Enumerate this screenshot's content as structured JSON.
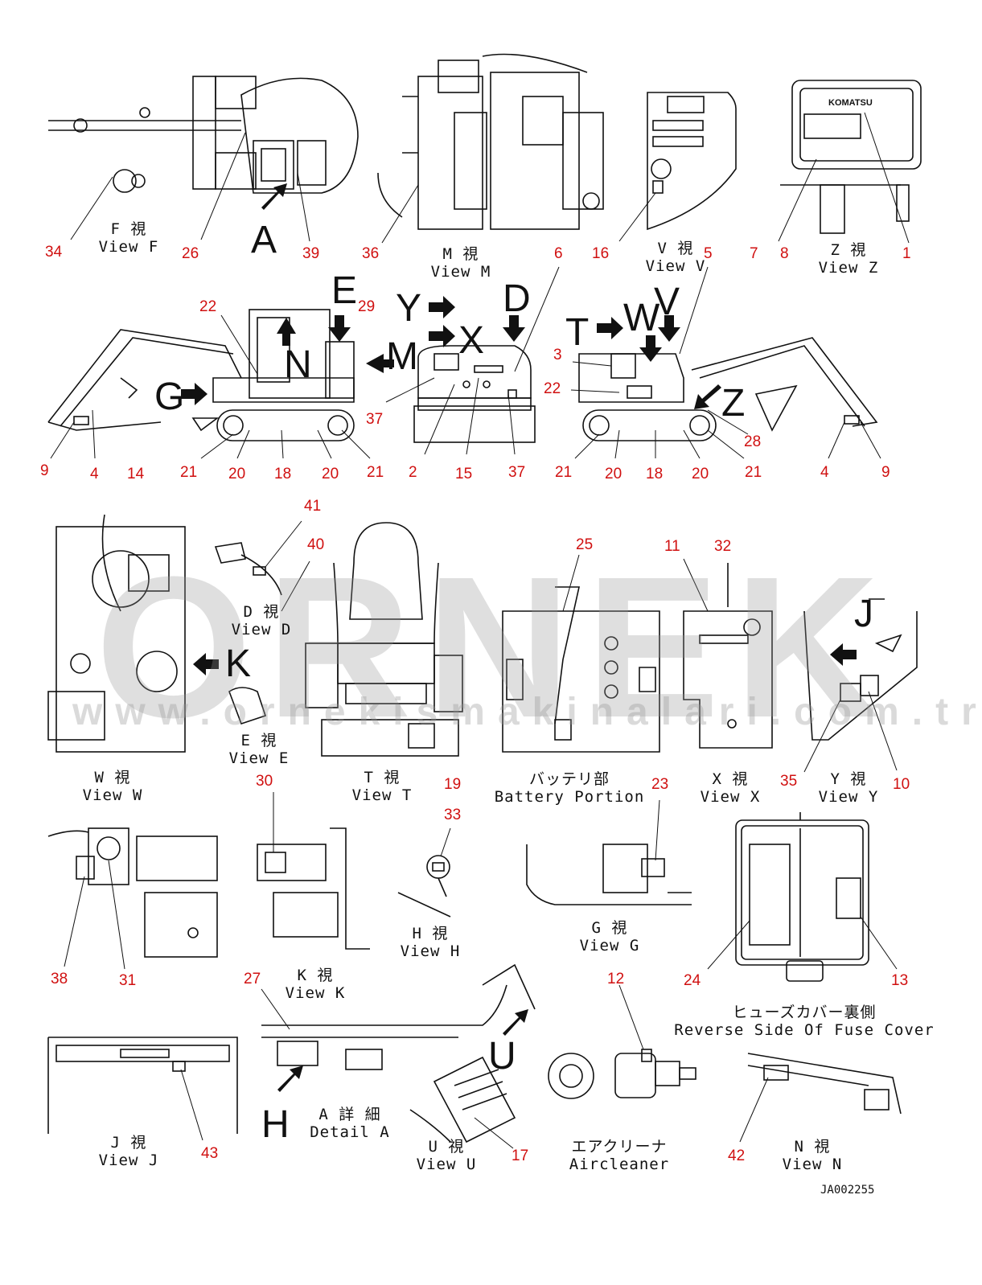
{
  "diagram": {
    "code": "JA002255",
    "watermark": {
      "logo": "ORNEK",
      "url": "www.ornekismakinalari.com.tr"
    },
    "view_captions": [
      {
        "id": "f",
        "jp": "F 視",
        "en": "View F"
      },
      {
        "id": "m",
        "jp": "M 視",
        "en": "View M"
      },
      {
        "id": "v",
        "jp": "V 視",
        "en": "View V"
      },
      {
        "id": "z",
        "jp": "Z 視",
        "en": "View Z"
      },
      {
        "id": "w",
        "jp": "W 視",
        "en": "View W"
      },
      {
        "id": "e",
        "jp": "E 視",
        "en": "View E"
      },
      {
        "id": "d",
        "jp": "D 視",
        "en": "View D"
      },
      {
        "id": "t",
        "jp": "T 視",
        "en": "View T"
      },
      {
        "id": "battery",
        "jp": "バッテリ部",
        "en": "Battery Portion"
      },
      {
        "id": "x",
        "jp": "X 視",
        "en": "View X"
      },
      {
        "id": "y",
        "jp": "Y 視",
        "en": "View Y"
      },
      {
        "id": "h",
        "jp": "H 視",
        "en": "View H"
      },
      {
        "id": "g",
        "jp": "G 視",
        "en": "View G"
      },
      {
        "id": "fuse",
        "jp": "ヒューズカバー裏側",
        "en": "Reverse Side Of Fuse Cover"
      },
      {
        "id": "k",
        "jp": "K 視",
        "en": "View K"
      },
      {
        "id": "a",
        "jp": "A 詳 細",
        "en": "Detail A"
      },
      {
        "id": "j",
        "jp": "J 視",
        "en": "View J"
      },
      {
        "id": "u",
        "jp": "U 視",
        "en": "View U"
      },
      {
        "id": "air",
        "jp": "エアクリーナ",
        "en": "Aircleaner"
      },
      {
        "id": "n",
        "jp": "N 視",
        "en": "View N"
      }
    ],
    "view_letters": [
      "A",
      "E",
      "N",
      "M",
      "G",
      "Y",
      "X",
      "D",
      "T",
      "W",
      "V",
      "Z",
      "K",
      "J",
      "H",
      "U"
    ],
    "part_numbers": [
      "34",
      "26",
      "39",
      "36",
      "16",
      "6",
      "7",
      "8",
      "1",
      "5",
      "22",
      "29",
      "37",
      "2",
      "15",
      "37",
      "3",
      "22",
      "28",
      "9",
      "4",
      "14",
      "21",
      "20",
      "18",
      "20",
      "21",
      "21",
      "20",
      "18",
      "20",
      "21",
      "4",
      "9",
      "41",
      "40",
      "25",
      "11",
      "32",
      "19",
      "35",
      "10",
      "30",
      "33",
      "23",
      "38",
      "31",
      "27",
      "12",
      "24",
      "13",
      "43",
      "17",
      "42"
    ],
    "callout_color": "#d01010",
    "brand_plate": "KOMATSU"
  }
}
